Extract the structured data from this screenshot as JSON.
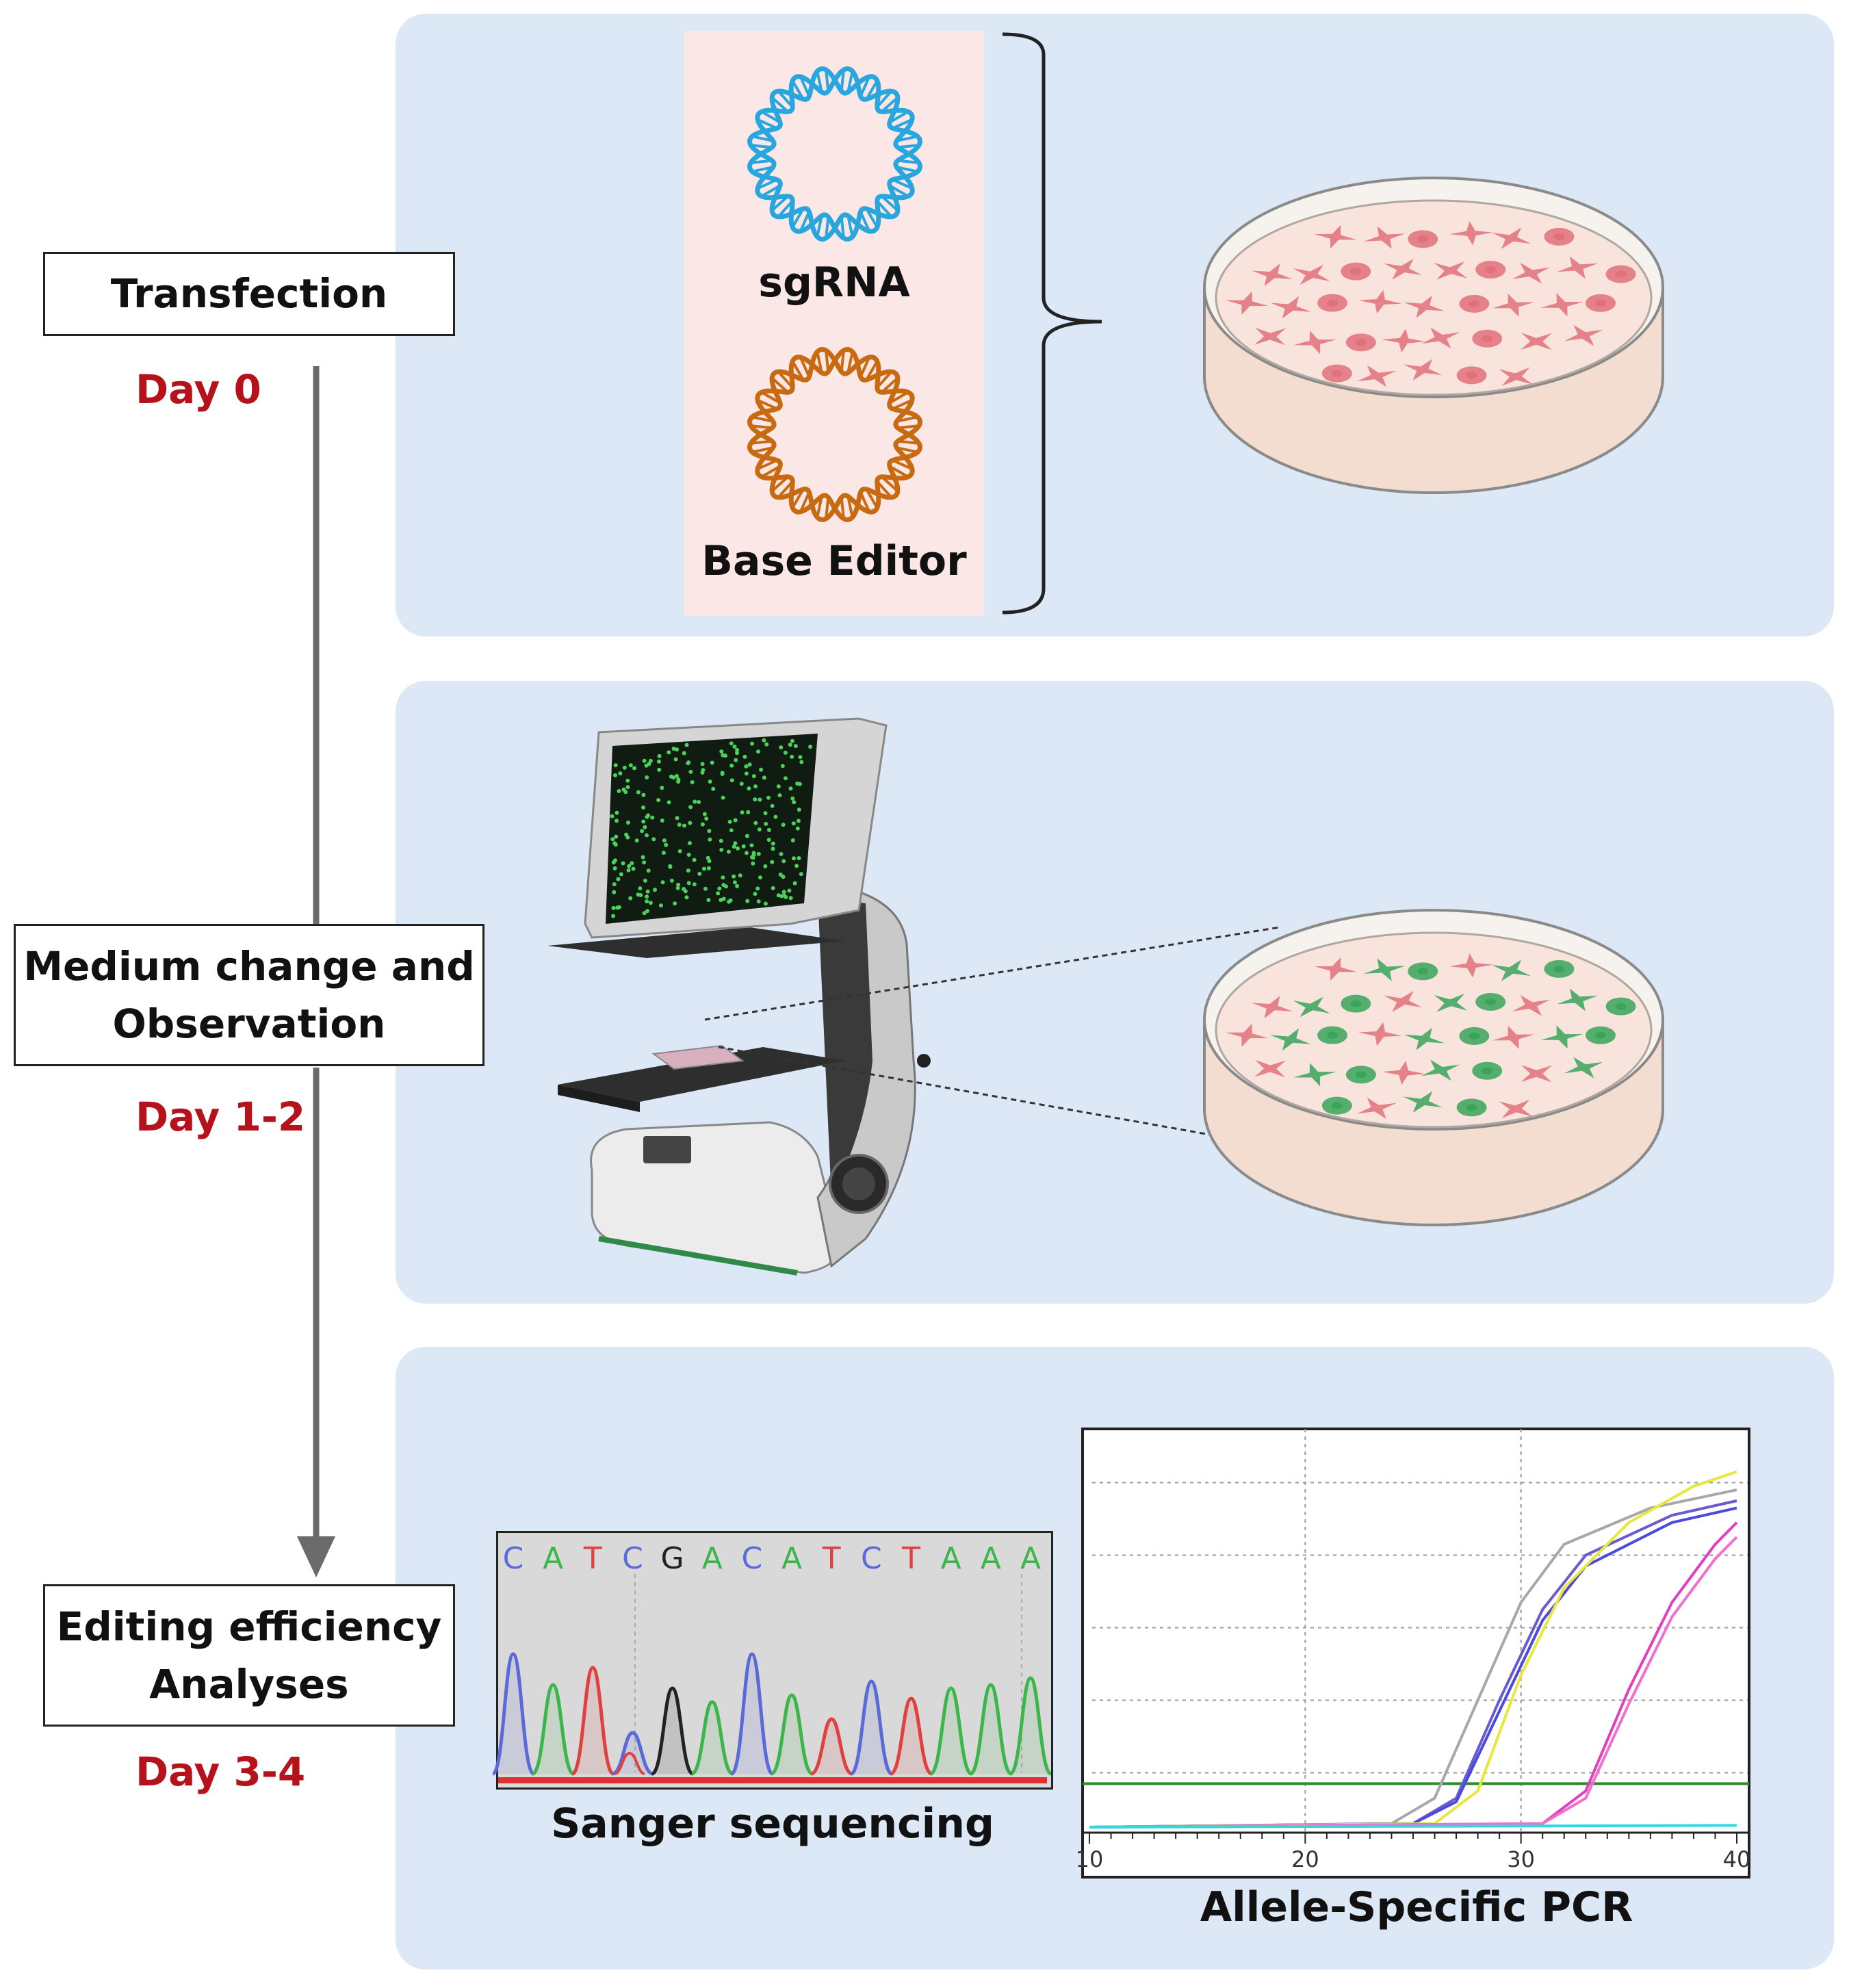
{
  "steps": [
    {
      "line1": "Transfection",
      "line2": "",
      "day": "Day 0"
    },
    {
      "line1": "Medium change and",
      "line2": "Observation",
      "day": "Day 1-2"
    },
    {
      "line1": "Editing efficiency",
      "line2": "Analyses",
      "day": "Day 3-4"
    }
  ],
  "plasmids": {
    "sgrna_label": "sgRNA",
    "base_editor_label": "Base Editor"
  },
  "colors": {
    "panel": "#dce8f5",
    "day_text": "#b5121b",
    "sgrna": "#2aa6de",
    "base_editor": "#c76a12",
    "plasmid_box": "#fbe8e6",
    "cell_red": "#e0707a",
    "cell_green": "#3aa55a"
  },
  "sanger": {
    "label": "Sanger sequencing",
    "bases": [
      "C",
      "A",
      "T",
      "C",
      "G",
      "A",
      "C",
      "A",
      "T",
      "C",
      "T",
      "A",
      "A",
      "A"
    ]
  },
  "pcr": {
    "label": "Allele-Specific PCR",
    "x_ticks": [
      "10",
      "20",
      "30",
      "40"
    ]
  },
  "chart_data": {
    "type": "line",
    "xlim": [
      10,
      40
    ],
    "x_ticks": [
      10,
      20,
      30,
      40
    ],
    "threshold": 0.12,
    "series": [
      {
        "color": "#a8a8a8",
        "points": [
          [
            10,
            0.0
          ],
          [
            24,
            0.01
          ],
          [
            26,
            0.08
          ],
          [
            28,
            0.35
          ],
          [
            30,
            0.62
          ],
          [
            32,
            0.78
          ],
          [
            36,
            0.88
          ],
          [
            40,
            0.93
          ]
        ]
      },
      {
        "color": "#6a5acd",
        "points": [
          [
            10,
            0.0
          ],
          [
            25,
            0.01
          ],
          [
            27,
            0.08
          ],
          [
            29,
            0.35
          ],
          [
            31,
            0.6
          ],
          [
            33,
            0.75
          ],
          [
            37,
            0.86
          ],
          [
            40,
            0.9
          ]
        ]
      },
      {
        "color": "#4a4ae0",
        "points": [
          [
            10,
            0.0
          ],
          [
            25,
            0.01
          ],
          [
            27,
            0.07
          ],
          [
            29,
            0.32
          ],
          [
            31,
            0.57
          ],
          [
            33,
            0.72
          ],
          [
            37,
            0.84
          ],
          [
            40,
            0.88
          ]
        ]
      },
      {
        "color": "#e8e83a",
        "points": [
          [
            10,
            0.0
          ],
          [
            26,
            0.01
          ],
          [
            28,
            0.1
          ],
          [
            30,
            0.42
          ],
          [
            32,
            0.66
          ],
          [
            35,
            0.84
          ],
          [
            38,
            0.94
          ],
          [
            40,
            0.98
          ]
        ]
      },
      {
        "color": "#e040c0",
        "points": [
          [
            10,
            0.0
          ],
          [
            31,
            0.01
          ],
          [
            33,
            0.1
          ],
          [
            35,
            0.38
          ],
          [
            37,
            0.62
          ],
          [
            39,
            0.78
          ],
          [
            40,
            0.84
          ]
        ]
      },
      {
        "color": "#f070d0",
        "points": [
          [
            10,
            0.0
          ],
          [
            31,
            0.01
          ],
          [
            33,
            0.08
          ],
          [
            35,
            0.34
          ],
          [
            37,
            0.58
          ],
          [
            39,
            0.74
          ],
          [
            40,
            0.8
          ]
        ]
      },
      {
        "color": "#30d8e0",
        "points": [
          [
            10,
            0.0
          ],
          [
            40,
            0.005
          ]
        ]
      }
    ]
  }
}
